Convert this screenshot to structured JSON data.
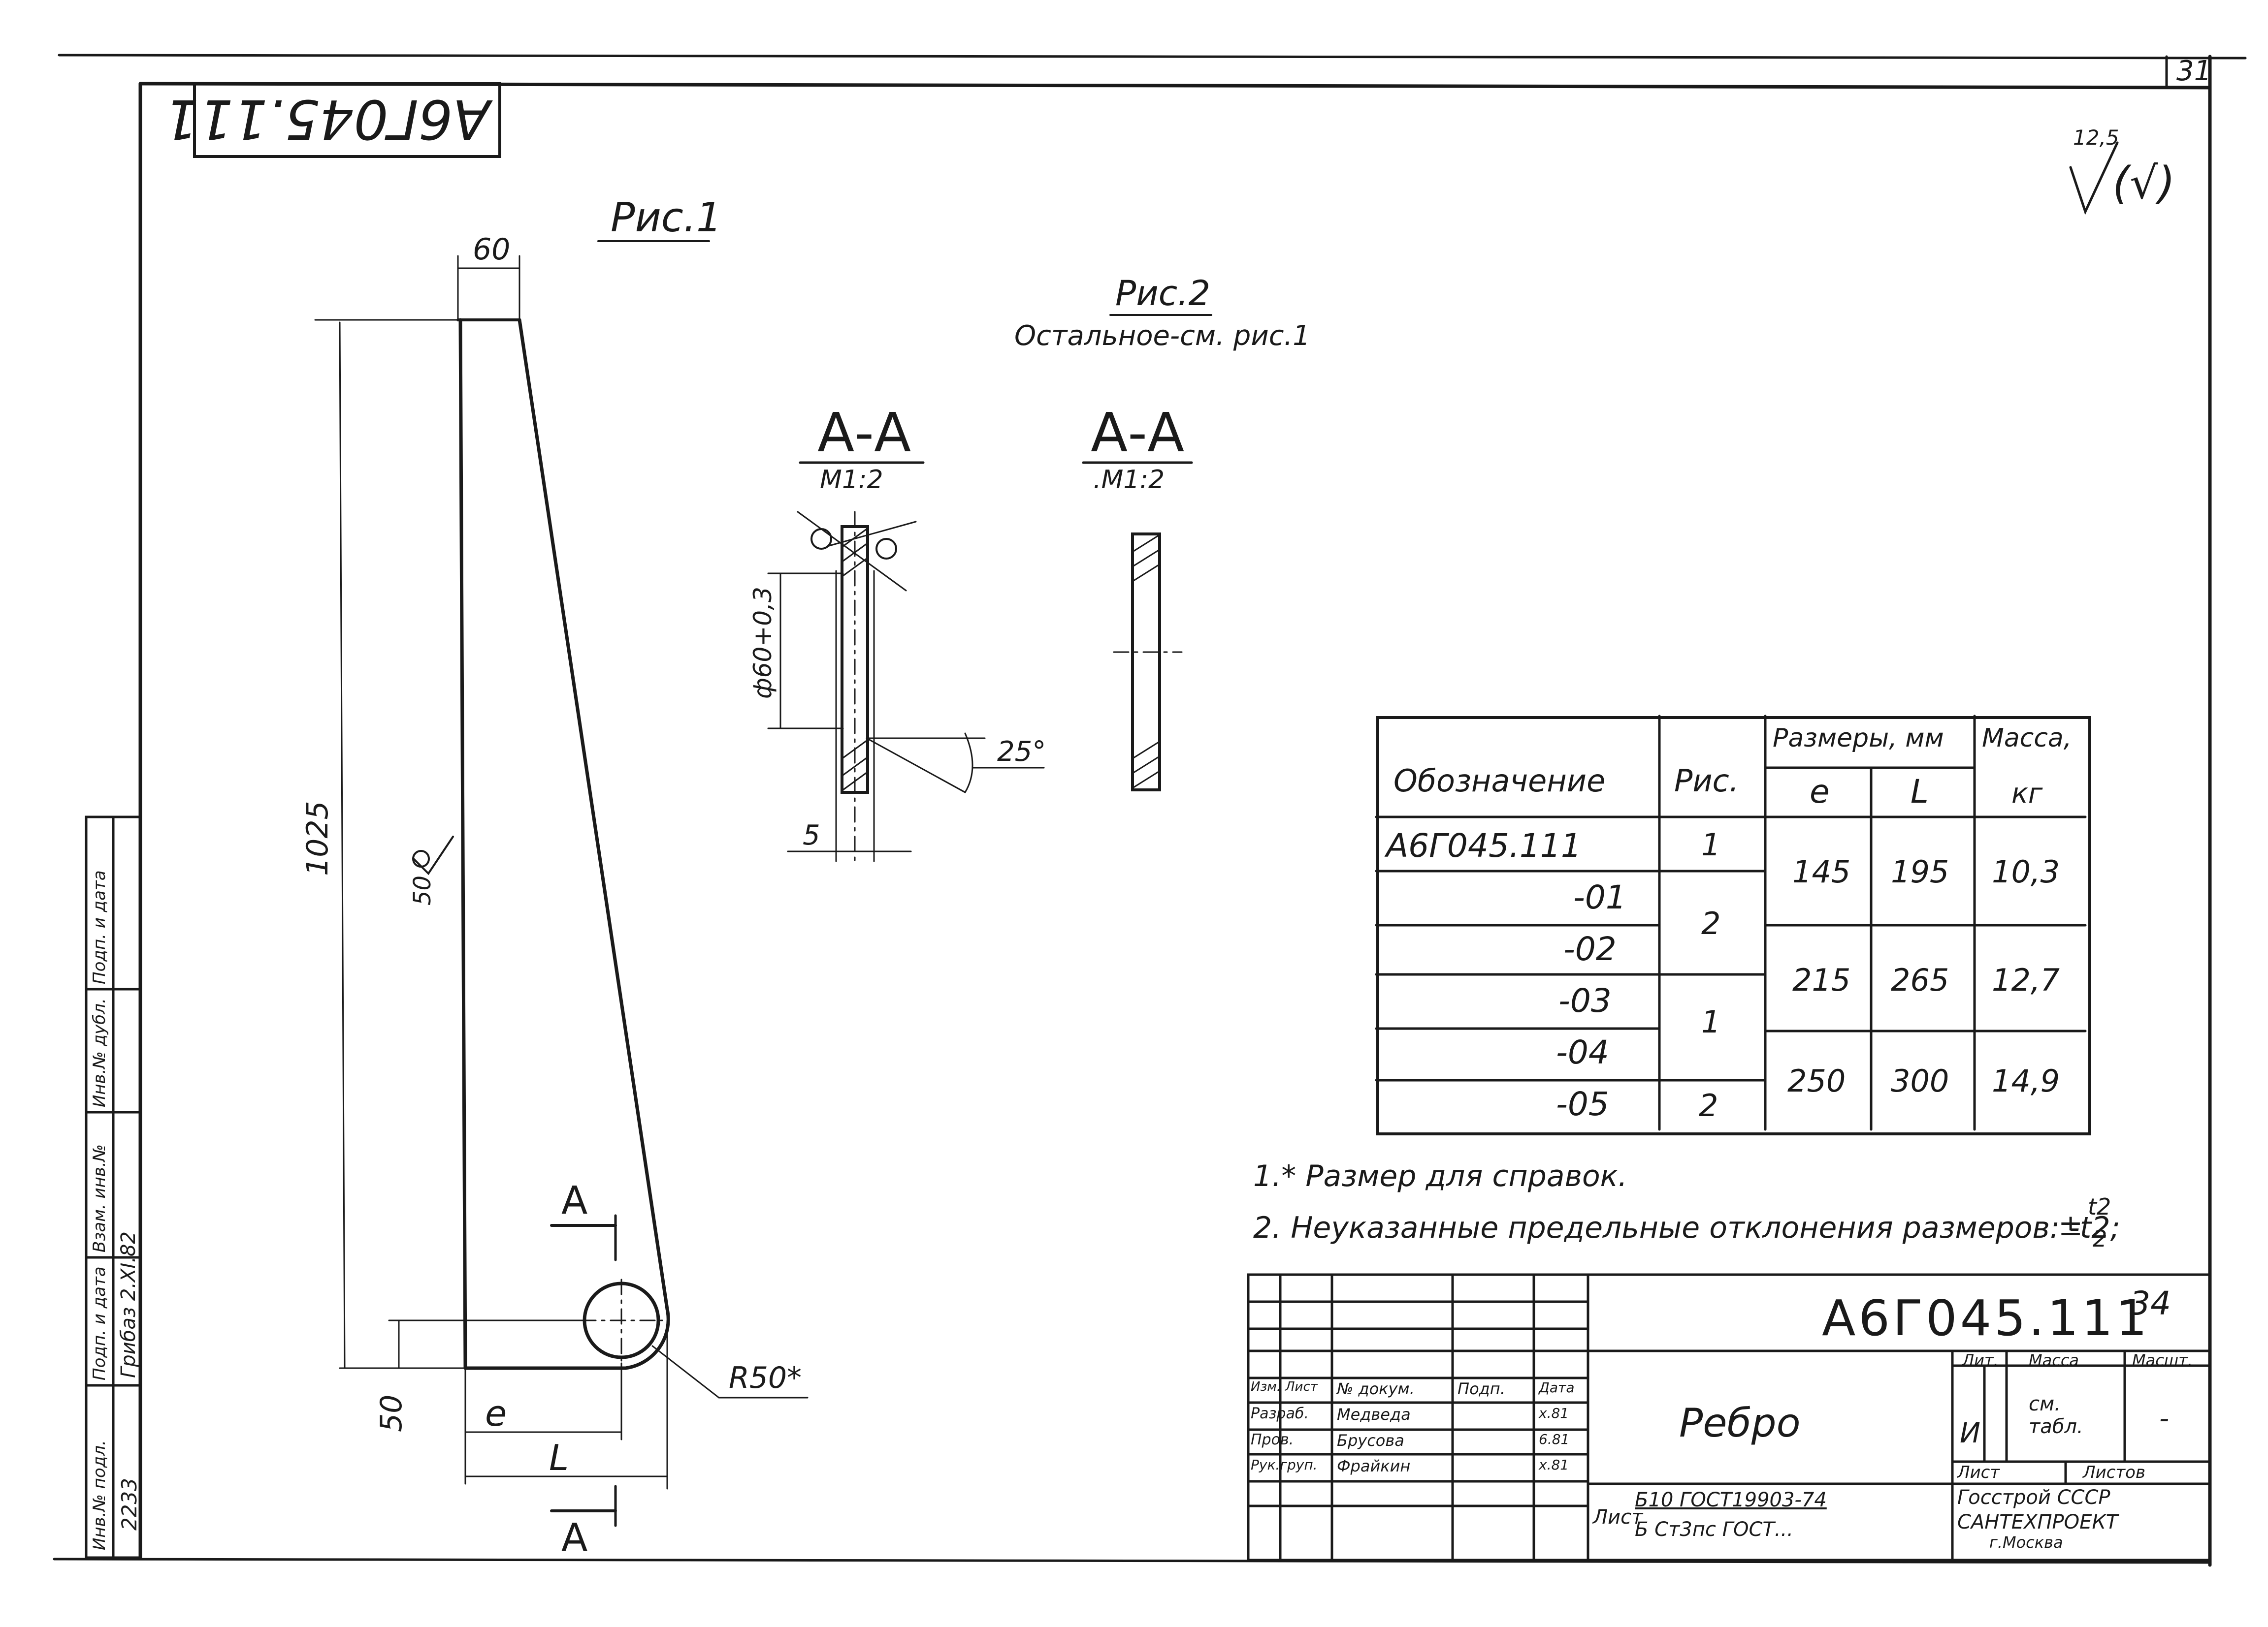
{
  "sheet": {
    "sheet_number": "31",
    "rotated_code": "А6Г045.111",
    "roughness_value": "12,5",
    "roughness_suffix": "(√)"
  },
  "figure1": {
    "title": "Рис.1",
    "dim_width_top": "60",
    "dim_height": "1025",
    "roughness_side": "50",
    "dim_bottom": "50",
    "dim_e": "e",
    "dim_L": "L",
    "radius": "R50*",
    "section_mark_top": "А",
    "section_mark_bottom": "А"
  },
  "figure2": {
    "title": "Рис.2",
    "subtitle": "Остальное-см. рис.1"
  },
  "section_left": {
    "label": "А-А",
    "scale": "М1:2",
    "dim_diameter": "ф60+0,3",
    "dim_angle": "25°",
    "dim_thickness": "5"
  },
  "section_right": {
    "label": "А-А",
    "scale": ".М1:2"
  },
  "spec_table": {
    "headers": {
      "designation": "Обозначение",
      "figure": "Рис.",
      "dims": "Размеры, мм",
      "mass": "Масса,",
      "e": "e",
      "L": "L",
      "kg": "кг"
    },
    "rows": [
      {
        "designation": "А6Г045.111",
        "figure": "1"
      },
      {
        "designation": "-01",
        "figure": "2"
      },
      {
        "designation": "-02",
        "figure": ""
      },
      {
        "designation": "-03",
        "figure": "1"
      },
      {
        "designation": "-04",
        "figure": ""
      },
      {
        "designation": "-05",
        "figure": "2"
      }
    ],
    "values": [
      {
        "e": "145",
        "L": "195",
        "mass": "10,3"
      },
      {
        "e": "215",
        "L": "265",
        "mass": "12,7"
      },
      {
        "e": "250",
        "L": "300",
        "mass": "14,9"
      }
    ]
  },
  "notes": {
    "note1": "1.* Размер для справок.",
    "note2_prefix": "2. Неуказанные предельные отклонения размеров: -t2;",
    "note2_pm": "±",
    "note2_fraction_top": "t2",
    "note2_fraction_bottom": "2"
  },
  "left_stamp": {
    "cells": [
      "Инв.№ подл.",
      "Подп. и дата",
      "Взам. инв.№",
      "Инв.№ дубл.",
      "Подп. и дата"
    ],
    "values": [
      "2233",
      "Грибаз 2.XI.82",
      "",
      "",
      ""
    ]
  },
  "title_block": {
    "code": "А6Г045.111",
    "code_annot": "34",
    "name": "Ребро",
    "lit_header": "Лит.",
    "mass_header": "Масса",
    "scale_header": "Масшт.",
    "lit_value": "И",
    "mass_value": "см. табл.",
    "scale_value": "-",
    "sheet_label": "Лист",
    "sheets_label": "Листов",
    "staff_headers": [
      "Изм.",
      "Лист",
      "№ докум.",
      "Подп.",
      "Дата"
    ],
    "staff": [
      {
        "role": "Разраб.",
        "name": "Медведа",
        "date": "х.81"
      },
      {
        "role": "Пров.",
        "name": "Брусова",
        "date": "6.81"
      },
      {
        "role": "Рук.груп.",
        "name": "Фрайкин",
        "date": "х.81"
      }
    ],
    "material_label": "Лист",
    "material_top": "Б10 ГОСТ19903-74",
    "material_bottom": "Б Ст3пс ГОСТ...",
    "org1": "Госстрой СССР",
    "org2": "САНТЕХПРОЕКТ",
    "org3": "г.Москва"
  }
}
